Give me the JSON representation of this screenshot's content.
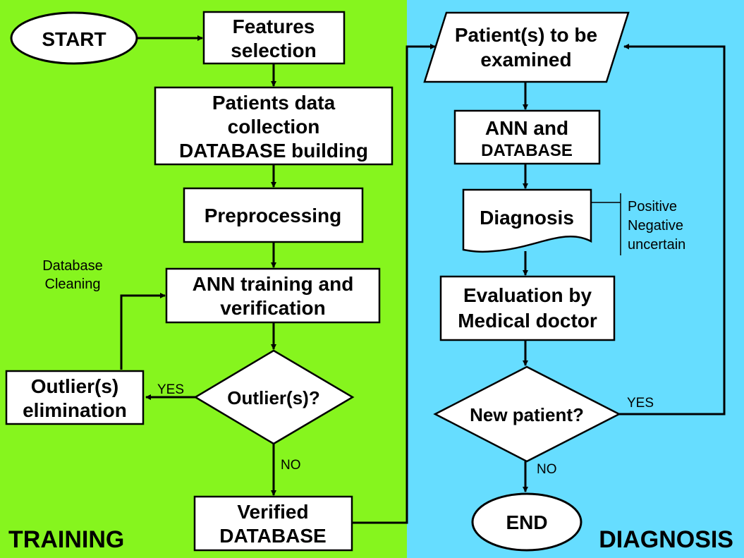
{
  "panels": {
    "training": {
      "title": "TRAINING",
      "color": "#86F51E"
    },
    "diagnosis": {
      "title": "DIAGNOSIS",
      "color": "#66DDFF"
    }
  },
  "nodes": {
    "start": "START",
    "features": [
      "Features",
      "selection"
    ],
    "patients_data": [
      "Patients data",
      "collection",
      "DATABASE building"
    ],
    "preprocessing": "Preprocessing",
    "ann_training": [
      "ANN training and",
      "verification"
    ],
    "outlier_decision": "Outlier(s)?",
    "outlier_elimination": [
      "Outlier(s)",
      "elimination"
    ],
    "verified_db": [
      "Verified",
      "DATABASE"
    ],
    "patients_examined": [
      "Patient(s) to be",
      "examined"
    ],
    "ann_db": [
      "ANN and",
      "DATABASE"
    ],
    "diagnosis": "Diagnosis",
    "evaluation": [
      "Evaluation by",
      "Medical doctor"
    ],
    "new_patient": "New patient?",
    "end": "END"
  },
  "annotations": {
    "database_cleaning": [
      "Database",
      "Cleaning"
    ],
    "diagnosis_outcomes": [
      "Positive",
      "Negative",
      "uncertain"
    ],
    "outlier_yes": "YES",
    "outlier_no": "NO",
    "newpatient_yes": "YES",
    "newpatient_no": "NO"
  }
}
